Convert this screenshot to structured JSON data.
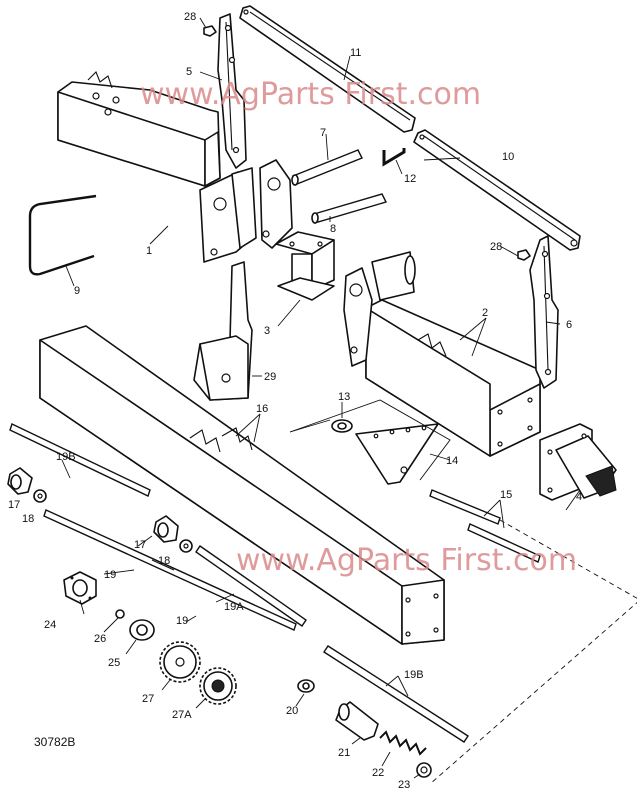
{
  "watermark": {
    "text": "www.AgParts First.com",
    "color": "#d98a8a"
  },
  "drawing_number": "30782B",
  "callouts": {
    "c1": "1",
    "c2": "2",
    "c3": "3",
    "c4": "4",
    "c5": "5",
    "c6": "6",
    "c7": "7",
    "c8": "8",
    "c9": "9",
    "c10": "10",
    "c11": "11",
    "c12": "12",
    "c13": "13",
    "c14": "14",
    "c15": "15",
    "c16": "16",
    "c17a": "17",
    "c17b": "17",
    "c18a": "18",
    "c18b": "18",
    "c19a": "19",
    "c19b": "19",
    "c19A": "19A",
    "c19Ba": "19B",
    "c19Bb": "19B",
    "c20": "20",
    "c21": "21",
    "c22": "22",
    "c23": "23",
    "c24": "24",
    "c25": "25",
    "c26": "26",
    "c27": "27",
    "c27A": "27A",
    "c28a": "28",
    "c28b": "28",
    "c29": "29"
  }
}
